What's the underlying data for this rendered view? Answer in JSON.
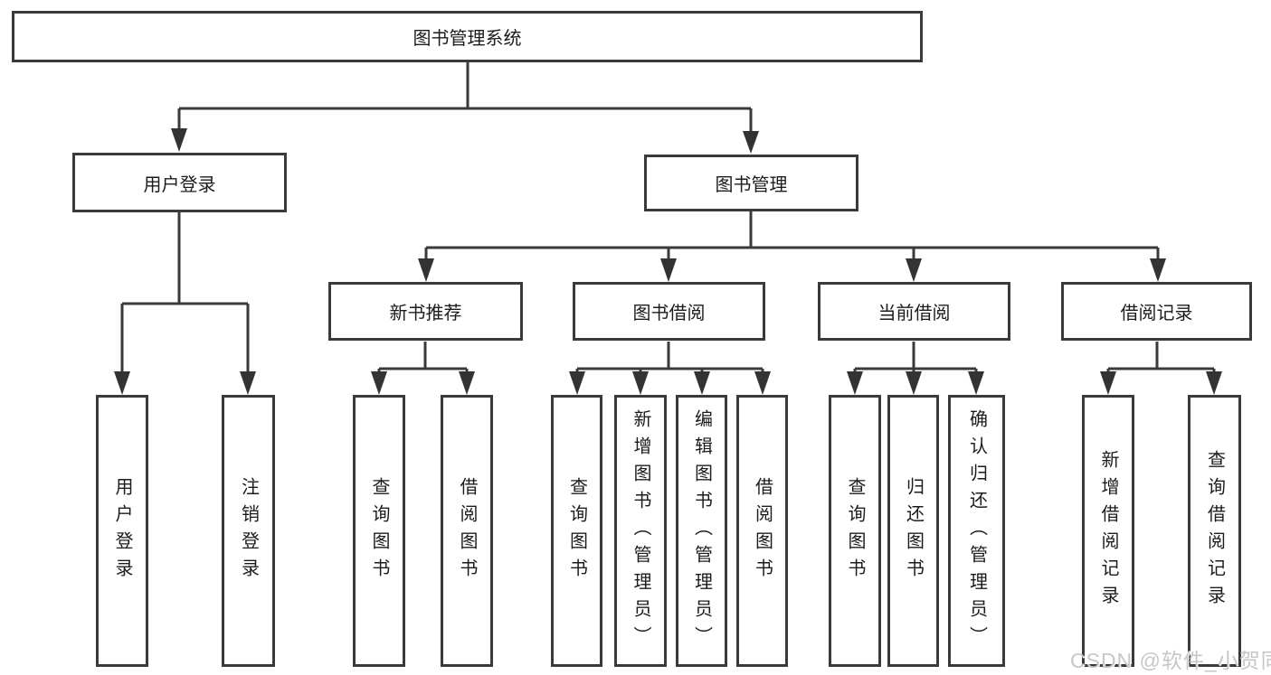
{
  "diagram": {
    "root": {
      "label": "图书管理系统"
    },
    "branches": [
      {
        "label": "用户登录",
        "children": [
          {
            "label": "用户登录"
          },
          {
            "label": "注销登录"
          }
        ]
      },
      {
        "label": "图书管理",
        "children": [
          {
            "label": "新书推荐",
            "children": [
              {
                "label": "查询图书"
              },
              {
                "label": "借阅图书"
              }
            ]
          },
          {
            "label": "图书借阅",
            "children": [
              {
                "label": "查询图书"
              },
              {
                "label": "新增图书（管理员）"
              },
              {
                "label": "编辑图书（管理员）"
              },
              {
                "label": "借阅图书"
              }
            ]
          },
          {
            "label": "当前借阅",
            "children": [
              {
                "label": "查询图书"
              },
              {
                "label": "归还图书"
              },
              {
                "label": "确认归还（管理员）"
              }
            ]
          },
          {
            "label": "借阅记录",
            "children": [
              {
                "label": "新增借阅记录"
              },
              {
                "label": "查询借阅记录"
              }
            ]
          }
        ]
      }
    ]
  },
  "watermark": {
    "text": "CSDN @软件_小贺同学"
  },
  "colors": {
    "line": "#3a3a3a",
    "box_border": "#3a3a3a",
    "text": "#1c1c1c",
    "background": "#ffffff",
    "watermark": "#c7c7c7"
  }
}
